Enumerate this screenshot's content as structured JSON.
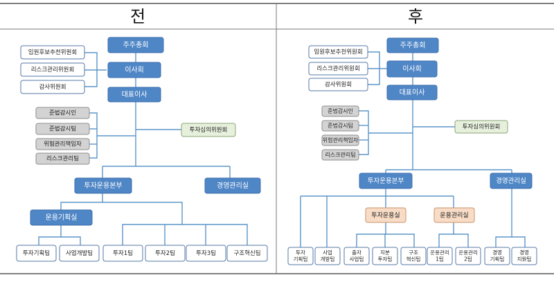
{
  "header": {
    "before": "전",
    "after": "후"
  },
  "colors": {
    "blue": "#4f86c6",
    "blue_stroke": "#3c6fae",
    "gray": "#d3d3d3",
    "gray_stroke": "#8e8e8e",
    "green": "#e7f0dd",
    "green_stroke": "#8aa574",
    "white": "#ffffff",
    "white_stroke": "#5577a6",
    "peach": "#f8dcc6",
    "peach_stroke": "#c9936a",
    "line": "#5b95c9"
  },
  "before": {
    "gms": "주주총회",
    "board": "이사회",
    "committees": [
      "임원후보추천위원회",
      "리스크관리위원회",
      "감사위원회"
    ],
    "ceo": "대표이사",
    "staff": [
      "준법감시인",
      "준법감시팀",
      "위험관리책임자",
      "리스크관리팀"
    ],
    "invest_committee": "투자심의위원회",
    "divisions": [
      "투자운용본부",
      "경영관리실"
    ],
    "office": "운용기획실",
    "teams": [
      "투자기획팀",
      "사업개발팀",
      "투자1팀",
      "투자2팀",
      "투자3팀",
      "구조혁신팀"
    ]
  },
  "after": {
    "gms": "주주총회",
    "board": "이사회",
    "committees": [
      "임원후보추천위원회",
      "리스크관리위원회",
      "감사위원회"
    ],
    "ceo": "대표이사",
    "staff": [
      "준법감시인",
      "준법감시팀",
      "위험관리책임자",
      "리스크관리팀"
    ],
    "invest_committee": "투자심의위원회",
    "divisions": [
      "투자운용본부",
      "경영관리실"
    ],
    "offices": [
      "투자운용실",
      "운용관리실"
    ],
    "teams": [
      [
        "투자",
        "기획팀"
      ],
      [
        "사업",
        "개발팀"
      ],
      [
        "출자",
        "사업팀"
      ],
      [
        "지분",
        "투자팀"
      ],
      [
        "구조",
        "혁신팀"
      ],
      [
        "운용관리",
        "1팀"
      ],
      [
        "운용관리",
        "2팀"
      ],
      [
        "경영",
        "기획팀"
      ],
      [
        "경영",
        "지원팀"
      ]
    ]
  }
}
